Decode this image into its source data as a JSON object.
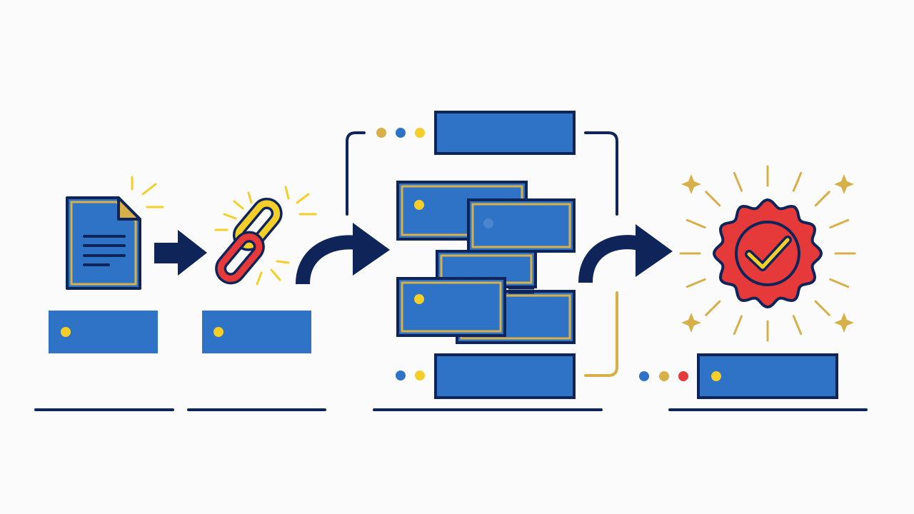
{
  "diagram": {
    "stages": [
      {
        "id": "document",
        "icon": "document-icon"
      },
      {
        "id": "link",
        "icon": "broken-link-icon"
      },
      {
        "id": "processing",
        "icon": "stacked-cards-icon"
      },
      {
        "id": "verified",
        "icon": "verified-badge-icon"
      }
    ],
    "colors": {
      "navy": "#0f2458",
      "blue": "#2f73c6",
      "gold": "#d8b04a",
      "yellow": "#f4cf2a",
      "red": "#e63a3a",
      "mid_blue": "#4a86d0"
    }
  }
}
